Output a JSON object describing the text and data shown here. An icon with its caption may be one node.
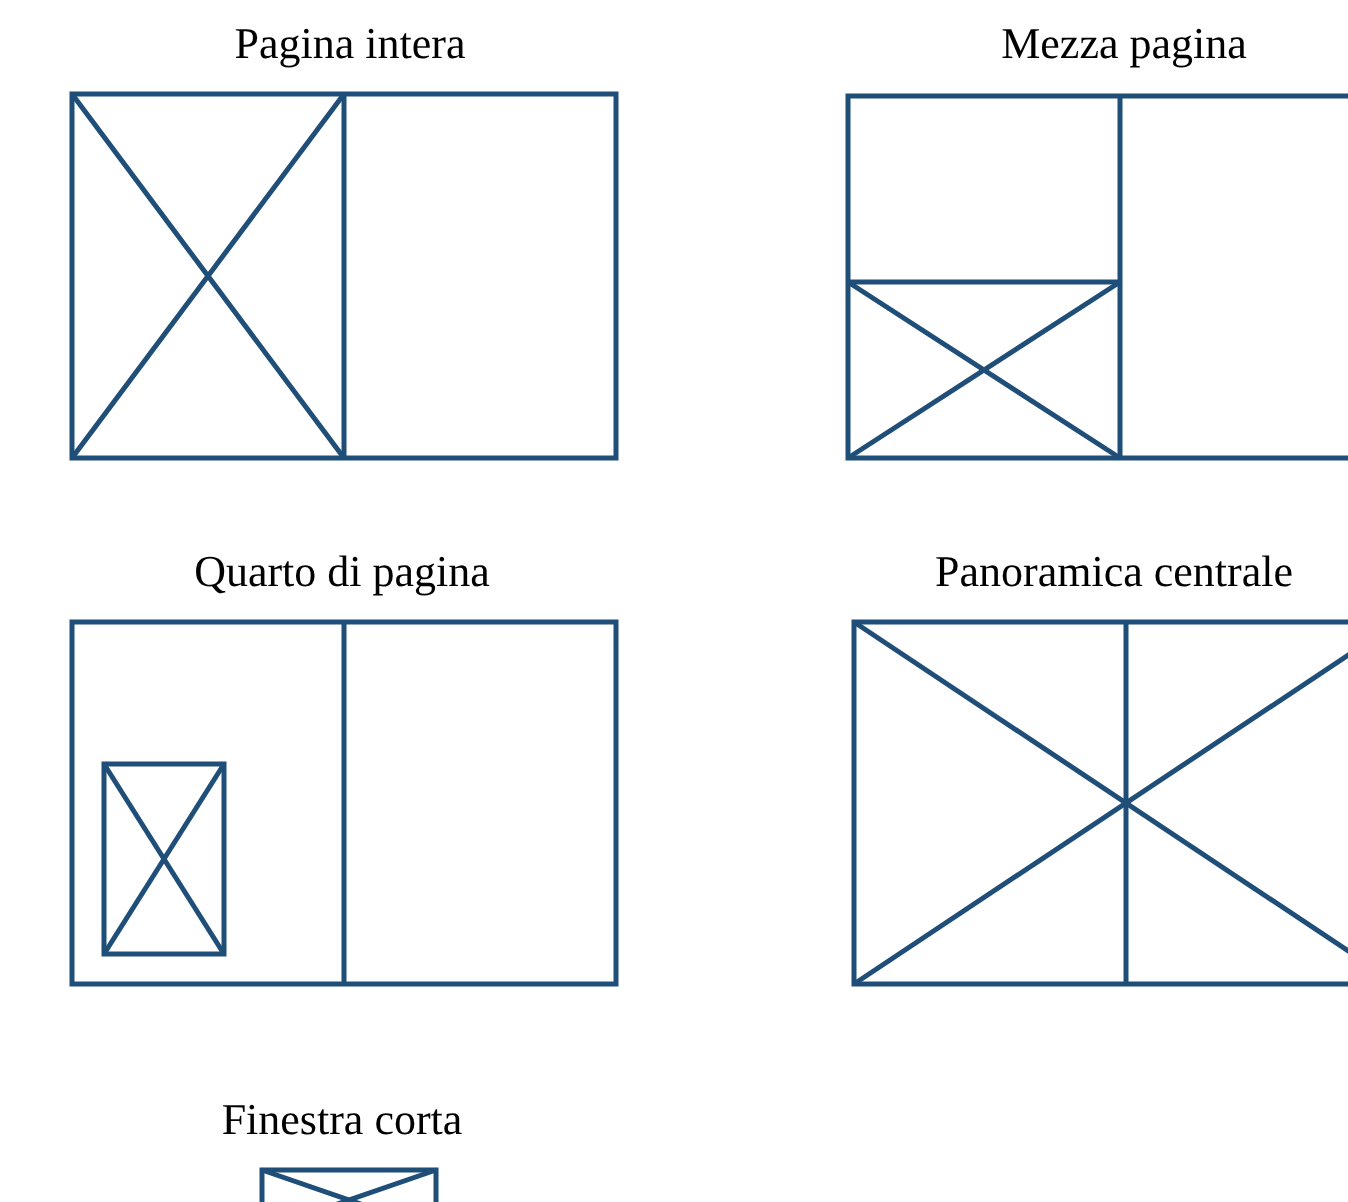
{
  "diagram": {
    "nodes": [
      {
        "text": [
          "Pagina intera"
        ]
      },
      {
        "text": [
          "Mezza pagina"
        ]
      },
      {
        "text": [
          "Quarto di pagina"
        ]
      },
      {
        "text": [
          "Panoramica centrale"
        ]
      },
      {
        "text": [
          "Finestra corta"
        ]
      }
    ]
  }
}
